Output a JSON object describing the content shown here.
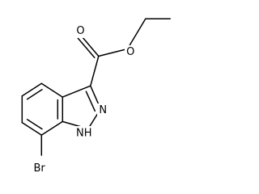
{
  "molecule": {
    "atoms": {
      "ester_o_carbonyl": "O",
      "ester_o_ether": "O",
      "ring_n2": "N",
      "ring_n1": "N",
      "ring_n1_h": "H",
      "bromine": "Br"
    }
  }
}
